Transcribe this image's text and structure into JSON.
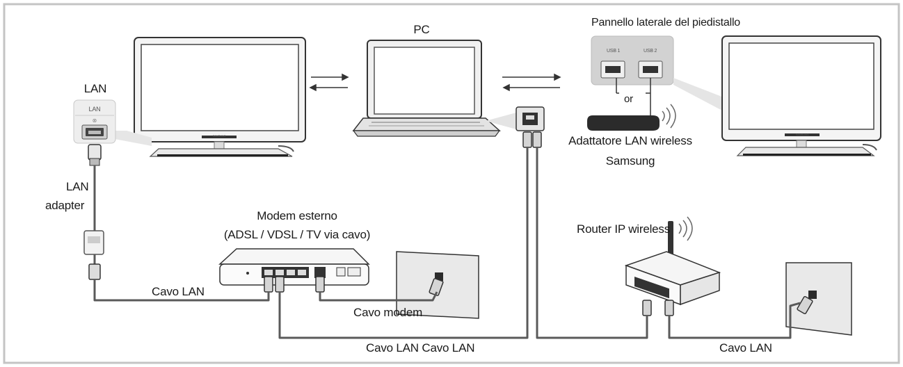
{
  "labels": {
    "pc": "PC",
    "side_panel": "Pannello laterale del piedistallo",
    "lan_port": "LAN",
    "lan_port_small": "LAN",
    "lan_adapter_line1": "LAN",
    "lan_adapter_line2": "adapter",
    "or": "or",
    "wireless_adapter_line1": "Adattatore LAN wireless",
    "wireless_adapter_line2": "Samsung",
    "modem_line1": "Modem esterno",
    "modem_line2": "(ADSL / VDSL / TV via cavo)",
    "router": "Router IP wireless",
    "cable_lan_left": "Cavo LAN",
    "cable_modem": "Cavo modem",
    "cable_lan_bottom": "Cavo LAN Cavo LAN",
    "cable_lan_right": "Cavo LAN",
    "usb1": "USB 1",
    "usb2": "USB 2",
    "brand": "SAMSUNG"
  },
  "colors": {
    "frame": "#bdbdbd",
    "cable": "#5a5a5a",
    "device_dark": "#2b2b2b"
  }
}
